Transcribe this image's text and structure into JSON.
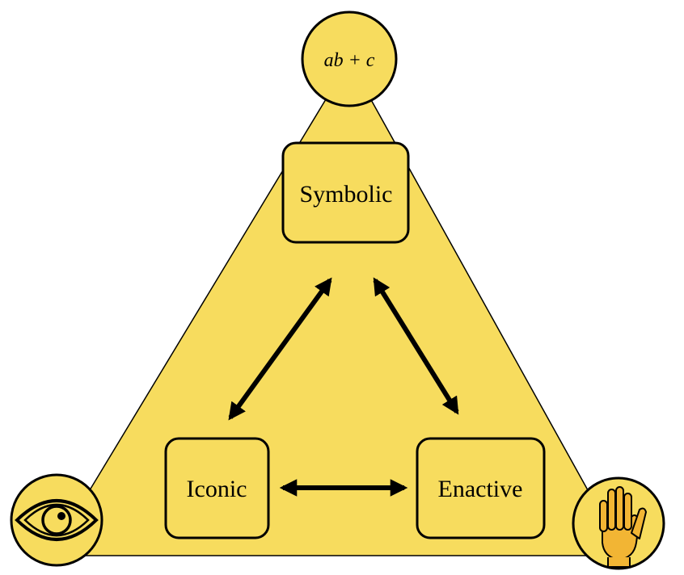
{
  "diagram": {
    "colors": {
      "triangle_fill": "#f7dc5e",
      "box_fill": "#f7dc5e",
      "stroke": "#000000",
      "hand_fill": "#f2b534"
    },
    "top_vertex": {
      "formula": "ab + c"
    },
    "left_vertex": {
      "icon": "eye-icon"
    },
    "right_vertex": {
      "icon": "hand-icon"
    },
    "nodes": {
      "symbolic": "Symbolic",
      "iconic": "Iconic",
      "enactive": "Enactive"
    },
    "arrows": [
      "iconic-symbolic",
      "symbolic-enactive",
      "iconic-enactive"
    ]
  }
}
